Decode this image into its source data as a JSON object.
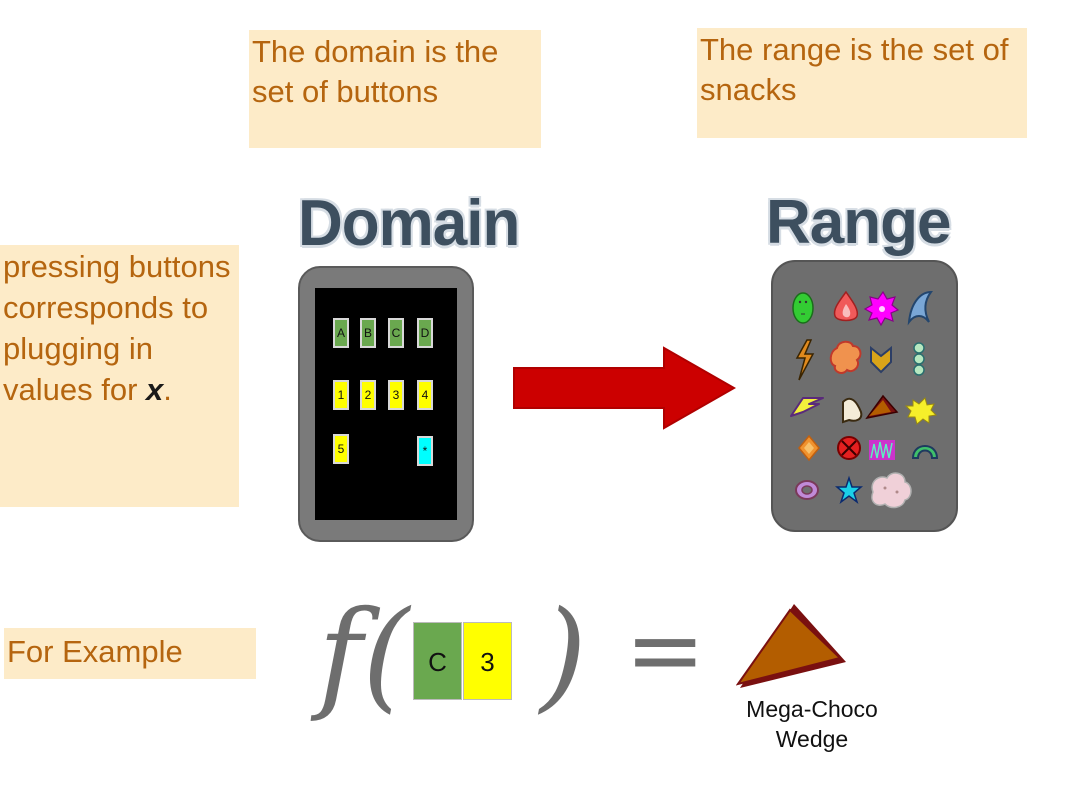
{
  "notes": {
    "domain": "The domain is the set of buttons",
    "range": "The range is the set of snacks",
    "press_prefix": "pressing buttons corresponds to plugging in values for ",
    "press_var": "x",
    "press_suffix": ".",
    "example": "For Example"
  },
  "headings": {
    "domain": "Domain",
    "range": "Range"
  },
  "keypad": {
    "letters": [
      "A",
      "B",
      "C",
      "D"
    ],
    "numbers": [
      "1",
      "2",
      "3",
      "4"
    ],
    "extra": [
      "5",
      "*"
    ]
  },
  "snack_icons": [
    "green-face-icon",
    "red-drop-icon",
    "magenta-flower-icon",
    "blue-arch-icon",
    "orange-bolt-icon",
    "orange-blob-icon",
    "gold-chevron-icon",
    "teal-pill-icon",
    "yellow-boomerang-icon",
    "cream-wedge-icon",
    "choco-wedge-icon",
    "yellow-burst-icon",
    "orange-diamond-icon",
    "red-circle-x-icon",
    "magenta-crown-icon",
    "green-arch-icon",
    "purple-ring-icon",
    "cyan-star-icon",
    "pink-cloud-icon"
  ],
  "example": {
    "function_open": "f(",
    "function_close": ")",
    "equals": "=",
    "key_letter": "C",
    "key_number": "3",
    "result_label_line1": "Mega-Choco",
    "result_label_line2": "Wedge"
  },
  "colors": {
    "note_bg": "#fdebc8",
    "note_text": "#b5650f",
    "arrow": "#cc0000",
    "key_letter": "#6aa84f",
    "key_number": "#ffff00",
    "key_star": "#00ffff",
    "wedge": "#b35d00"
  }
}
